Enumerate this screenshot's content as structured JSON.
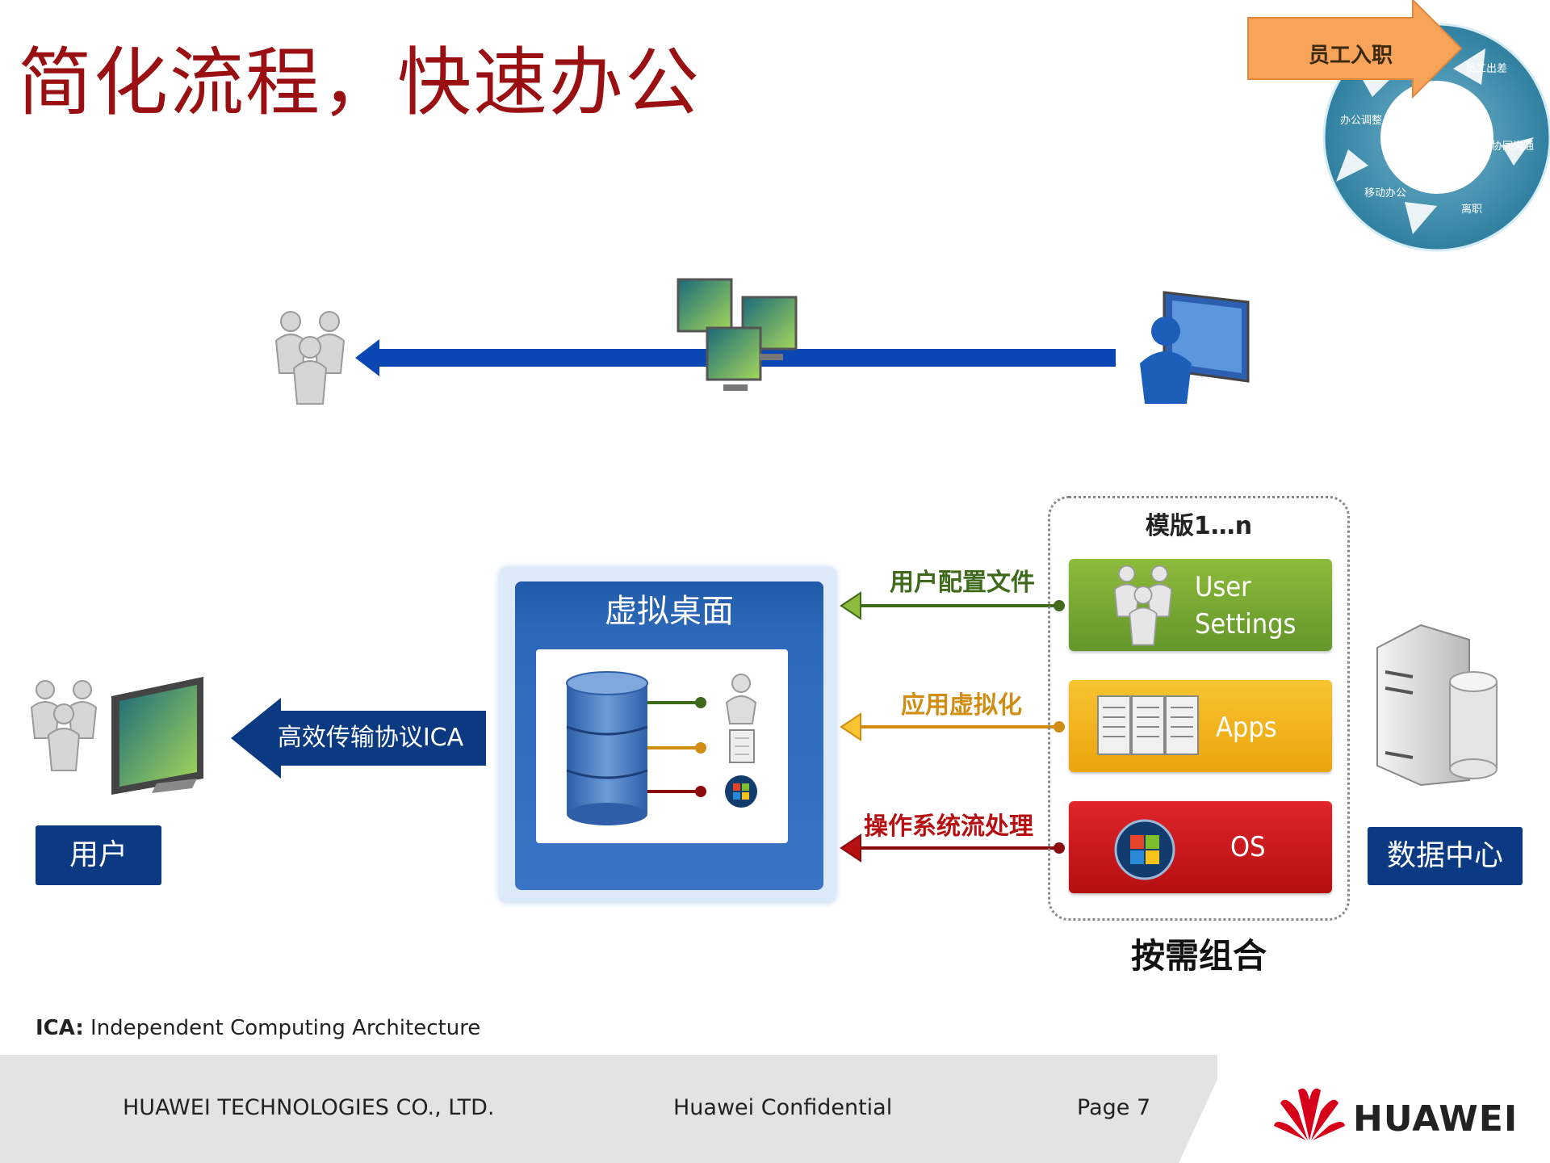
{
  "title": "简化流程，快速办公",
  "cycle": {
    "highlight": "员工入职",
    "items": [
      "员工出差",
      "办公调整",
      "协同沟通",
      "移动办公",
      "离职"
    ]
  },
  "virtual_desktop": {
    "title": "虚拟桌面"
  },
  "protocol_label": "高效传输协议ICA",
  "user_label": "用户",
  "datacenter_label": "数据中心",
  "template_title": "模版1…n",
  "on_demand_label": "按需组合",
  "connectors": [
    {
      "label": "用户配置文件",
      "color": "#3f6a1c"
    },
    {
      "label": "应用虚拟化",
      "color": "#d18c12"
    },
    {
      "label": "操作系统流处理",
      "color": "#8b0b0f"
    }
  ],
  "boxes": {
    "user": [
      "User",
      "Settings"
    ],
    "apps": "Apps",
    "os": "OS"
  },
  "footnote": {
    "term": "ICA:",
    "definition": " Independent Computing Architecture"
  },
  "footer": {
    "company": "HUAWEI TECHNOLOGIES CO., LTD.",
    "confidential": "Huawei Confidential",
    "page": "Page 7",
    "logo": "HUAWEI"
  },
  "colors": {
    "title": "#9a0f12",
    "navy": "#0b3a82",
    "arrow_blue": "#0a47b3",
    "green": "#64962a",
    "orange": "#eaa40c",
    "red": "#b50f12"
  },
  "icons": [
    "users-group-icon",
    "monitors-icon",
    "admin-user-icon",
    "database-icon",
    "document-icon",
    "windows-icon",
    "server-icon",
    "huawei-logo-icon"
  ]
}
